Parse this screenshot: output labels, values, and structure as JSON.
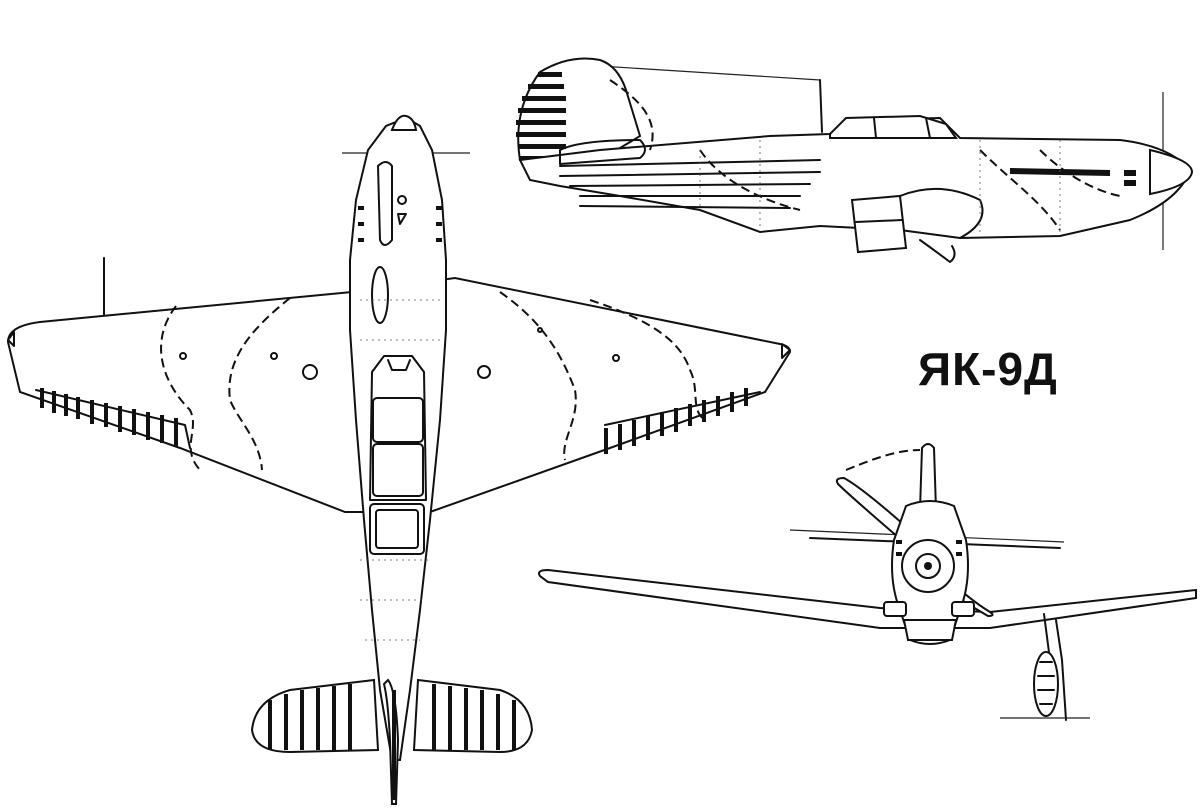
{
  "drawing": {
    "title": "ЯК-9Д",
    "views": [
      {
        "name": "top-view"
      },
      {
        "name": "side-view"
      },
      {
        "name": "front-view"
      }
    ],
    "colors": {
      "ink": "#111111",
      "paper": "#ffffff"
    }
  }
}
